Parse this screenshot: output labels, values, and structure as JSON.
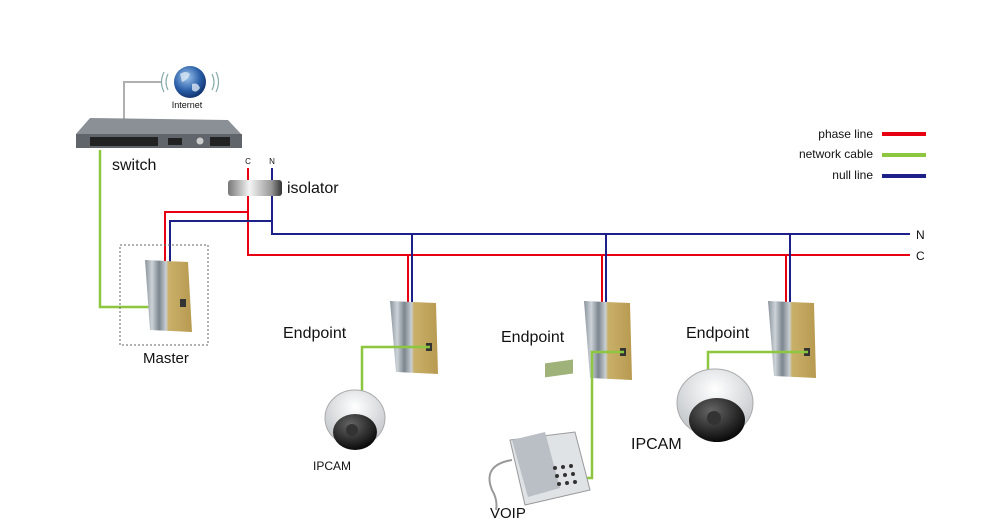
{
  "labels": {
    "internet": "Internet",
    "switch": "switch",
    "isolator": "isolator",
    "c_top": "C",
    "n_top": "N",
    "n_right": "N",
    "c_right": "C",
    "master": "Master",
    "endpoint1": "Endpoint",
    "endpoint2": "Endpoint",
    "endpoint3": "Endpoint",
    "ipcam1": "IPCAM",
    "ipcam2": "IPCAM",
    "voip": "VOIP"
  },
  "legend": [
    {
      "label": "phase line",
      "color": "#e60012"
    },
    {
      "label": "network cable",
      "color": "#8dc63f"
    },
    {
      "label": "null line",
      "color": "#1d2088"
    }
  ],
  "colors": {
    "phase": "#e60012",
    "network": "#8dc63f",
    "null": "#1d2088",
    "uplink": "#b0b0b0"
  }
}
